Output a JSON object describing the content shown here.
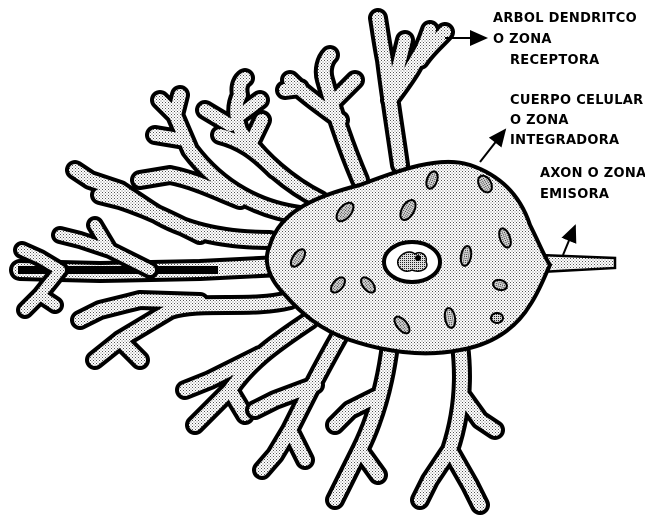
{
  "labels": {
    "dendritic_tree": [
      "ARBOL DENDRITCO",
      "O ZONA",
      "RECEPTORA"
    ],
    "cell_body": [
      "CUERPO CELULAR",
      "O ZONA",
      "INTEGRADORA"
    ],
    "axon": [
      "AXON O ZONA",
      "EMISORA"
    ]
  }
}
